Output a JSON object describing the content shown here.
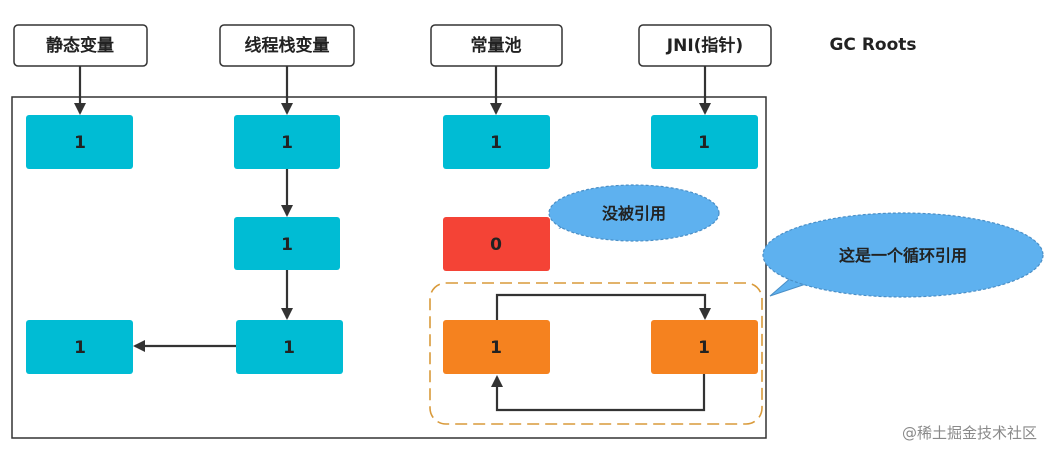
{
  "roots": {
    "static_var": "静态变量",
    "thread_stack_var": "线程栈变量",
    "constant_pool": "常量池",
    "jni": "JNI(指针)"
  },
  "gc_roots_label": "GC Roots",
  "nodes": {
    "static_target": "1",
    "stack_chain_1": "1",
    "stack_chain_2": "1",
    "stack_chain_3": "1",
    "stack_chain_leaf": "1",
    "constant_target": "1",
    "jni_target": "1",
    "unreferenced": "0",
    "cycle_left": "1",
    "cycle_right": "1"
  },
  "callouts": {
    "not_referenced": "没被引用",
    "circular_reference": "这是一个循环引用"
  },
  "watermark": "@稀土掘金技术社区",
  "colors": {
    "teal": "#00bcd4",
    "red": "#f44336",
    "orange": "#f5821f",
    "callout_blue": "#5eb1ef",
    "dashed_orange": "#d99a3a",
    "border": "#333333"
  }
}
